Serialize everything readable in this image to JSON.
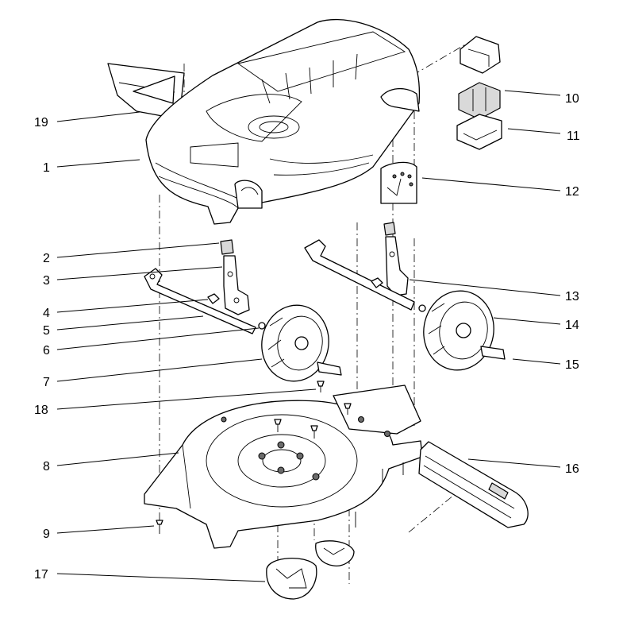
{
  "callouts": [
    {
      "id": "19",
      "label": "19"
    },
    {
      "id": "1",
      "label": "1"
    },
    {
      "id": "2",
      "label": "2"
    },
    {
      "id": "3",
      "label": "3"
    },
    {
      "id": "4",
      "label": "4"
    },
    {
      "id": "5",
      "label": "5"
    },
    {
      "id": "6",
      "label": "6"
    },
    {
      "id": "7",
      "label": "7"
    },
    {
      "id": "18",
      "label": "18"
    },
    {
      "id": "8",
      "label": "8"
    },
    {
      "id": "9",
      "label": "9"
    },
    {
      "id": "17",
      "label": "17"
    },
    {
      "id": "10",
      "label": "10"
    },
    {
      "id": "11",
      "label": "11"
    },
    {
      "id": "12",
      "label": "12"
    },
    {
      "id": "13",
      "label": "13"
    },
    {
      "id": "14",
      "label": "14"
    },
    {
      "id": "15",
      "label": "15"
    },
    {
      "id": "16",
      "label": "16"
    }
  ]
}
